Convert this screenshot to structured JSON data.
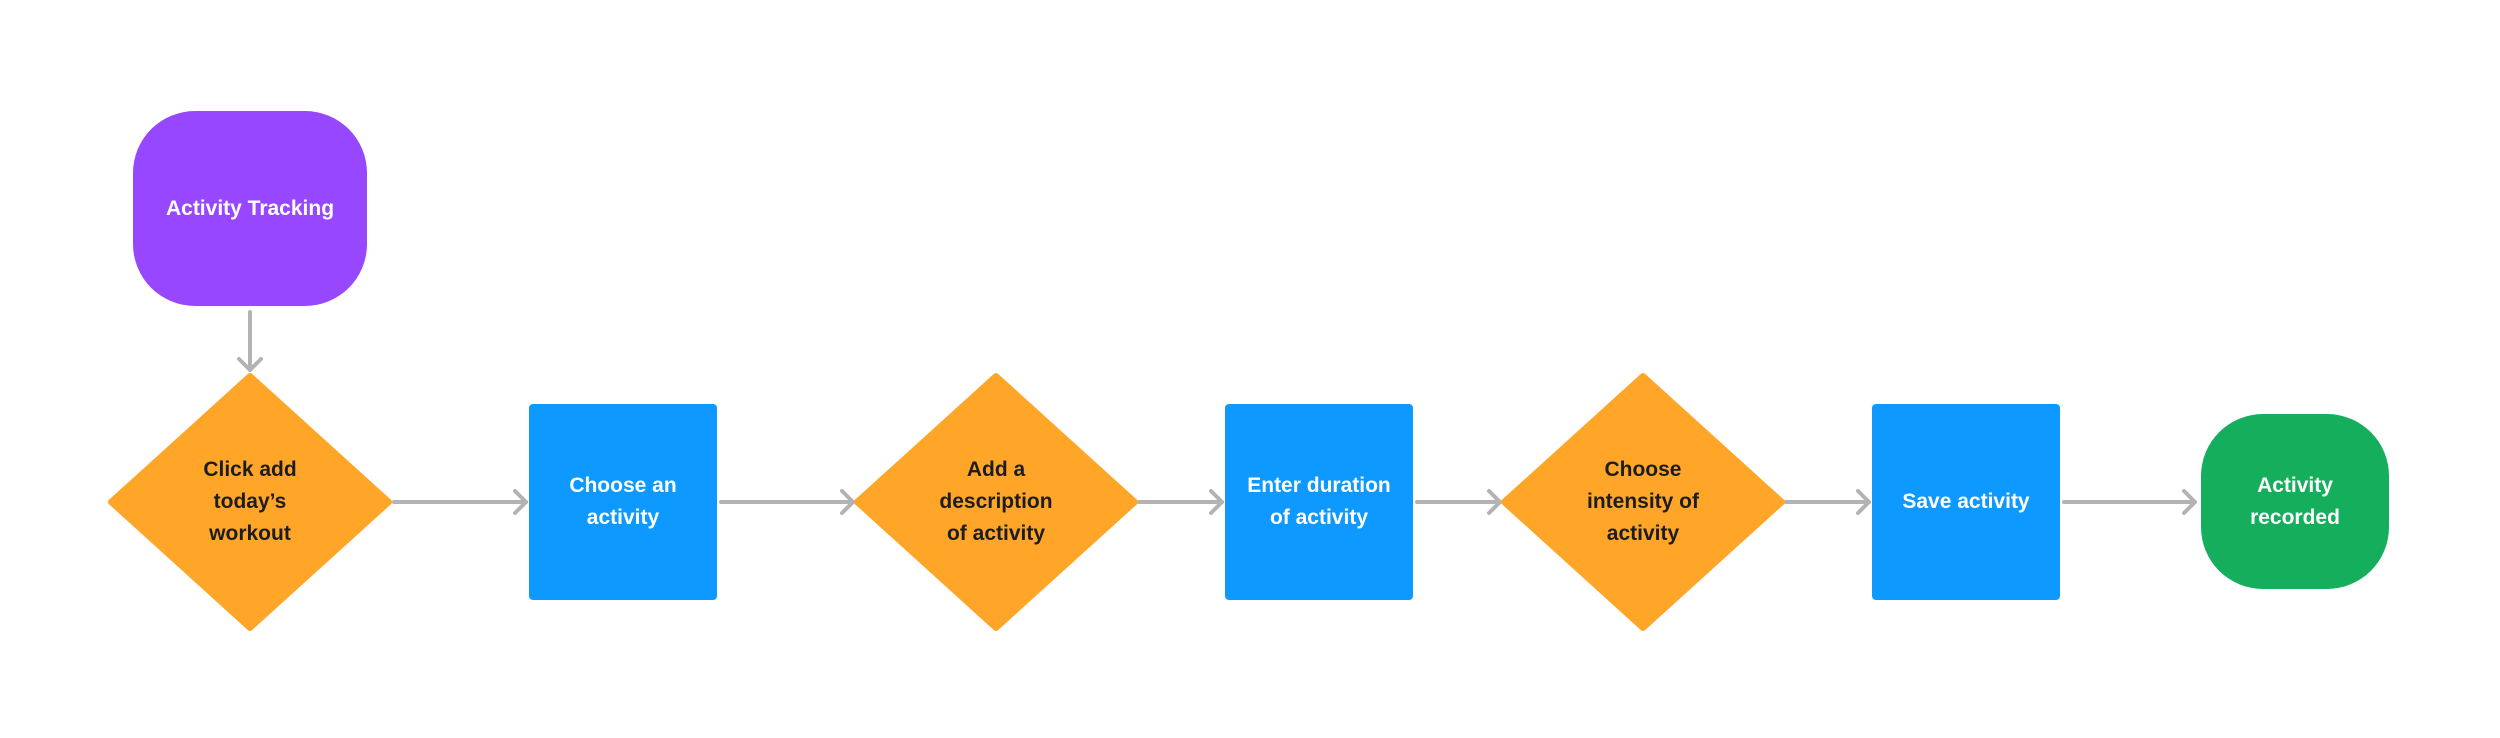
{
  "colors": {
    "start": "#9747ff",
    "decision": "#ffa629",
    "process": "#0d99ff",
    "end": "#14ae5c",
    "connector": "#b3b3b3"
  },
  "nodes": {
    "start": {
      "label": "Activity Tracking",
      "shape": "rounded-rect"
    },
    "decision_1": {
      "label": "Click add\ntoday’s\nworkout",
      "shape": "diamond"
    },
    "process_1": {
      "label": "Choose an\nactivity",
      "shape": "rect"
    },
    "decision_2": {
      "label": "Add a\ndescription\nof activity",
      "shape": "diamond"
    },
    "process_2": {
      "label": "Enter duration\nof activity",
      "shape": "rect"
    },
    "decision_3": {
      "label": "Choose\nintensity of\nactivity",
      "shape": "diamond"
    },
    "process_3": {
      "label": "Save activity",
      "shape": "rect"
    },
    "end": {
      "label": "Activity\nrecorded",
      "shape": "rounded-rect"
    }
  },
  "edges": [
    [
      "start",
      "decision_1"
    ],
    [
      "decision_1",
      "process_1"
    ],
    [
      "process_1",
      "decision_2"
    ],
    [
      "decision_2",
      "process_2"
    ],
    [
      "process_2",
      "decision_3"
    ],
    [
      "decision_3",
      "process_3"
    ],
    [
      "process_3",
      "end"
    ]
  ]
}
